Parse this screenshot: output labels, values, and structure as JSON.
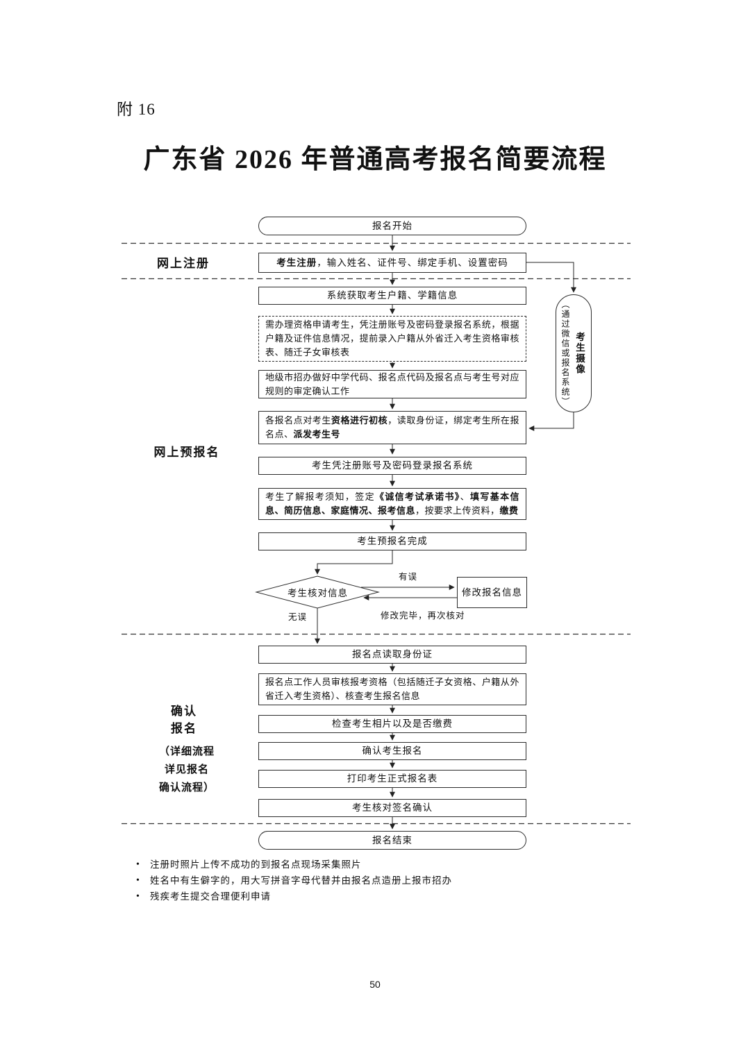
{
  "page": {
    "appendix_label": "附 16",
    "title": "广东省 2026 年普通高考报名简要流程",
    "page_number": "50"
  },
  "sections": {
    "online_register": "网上注册",
    "online_preregister": "网上预报名",
    "confirm_lines": [
      "确认",
      "报名"
    ],
    "confirm_note_lines": [
      "（详细流程",
      "详见报名",
      "确认流程）"
    ]
  },
  "flow": {
    "start": "报名开始",
    "register": [
      {
        "t": "考生注册",
        "b": true
      },
      {
        "t": "，输入姓名、证件号、绑定手机、设置密码",
        "b": false
      }
    ],
    "system_fetch": "系统获取考生户籍、学籍信息",
    "qualification_apply": "需办理资格申请考生，凭注册账号及密码登录报名系统，根据户籍及证件信息情况，提前录入户籍从外省迁入考生资格审核表、随迁子女审核表",
    "city_confirm": "地级市招办做好中学代码、报名点代码及报名点与考生号对应规则的审定确认工作",
    "site_initial_check": [
      {
        "t": "各报名点对考生",
        "b": false
      },
      {
        "t": "资格进行初核",
        "b": true
      },
      {
        "t": "，读取身份证，绑定考生所在报名点、",
        "b": false
      },
      {
        "t": "派发考生号",
        "b": true
      }
    ],
    "login": "考生凭注册账号及密码登录报名系统",
    "fill_info": [
      {
        "t": "考生了解报考须知，签定",
        "b": false
      },
      {
        "t": "《诚信考试承诺书》",
        "b": true
      },
      {
        "t": "、",
        "b": false
      },
      {
        "t": "填写基本信息、简历信息、家庭情况、报考信息",
        "b": true
      },
      {
        "t": "，按要求上传资料，",
        "b": false
      },
      {
        "t": "缴费",
        "b": true
      }
    ],
    "preregister_done": "考生预报名完成",
    "verify_info": "考生核对信息",
    "modify_info": "修改报名信息",
    "camera_main": "考生摄像",
    "camera_note": "（通过微信或报名系统）",
    "edge_labels": {
      "has_error": "有误",
      "no_error": "无误",
      "recheck": "修改完毕，再次核对"
    },
    "read_id": "报名点读取身份证",
    "staff_review": "报名点工作人员审核报考资格（包括随迁子女资格、户籍从外省迁入考生资格）、核查考生报名信息",
    "check_photo_fee": "检查考生相片以及是否缴费",
    "confirm_register": "确认考生报名",
    "print_form": "打印考生正式报名表",
    "sign_confirm": "考生核对签名确认",
    "end": "报名结束"
  },
  "notes": [
    "注册时照片上传不成功的到报名点现场采集照片",
    "姓名中有生僻字的，用大写拼音字母代替并由报名点造册上报市招办",
    "残疾考生提交合理便利申请"
  ]
}
